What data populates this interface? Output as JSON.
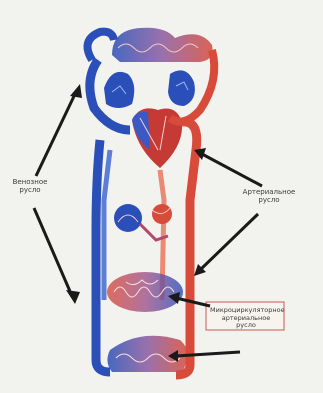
{
  "labels": {
    "venous": "Венозное\nрусло",
    "arterial": "Артериальное\nрусло",
    "microcirculatory": "Микроциркуляторное\nартериальное\nрусло"
  },
  "colors": {
    "venous": "#2a4fb8",
    "venous_light": "#5b7fd6",
    "arterial": "#d84a3a",
    "arterial_light": "#e98a74",
    "capillary": "#b5476f",
    "arrow": "#1a1a1a",
    "box_outline": "#c95a52"
  }
}
